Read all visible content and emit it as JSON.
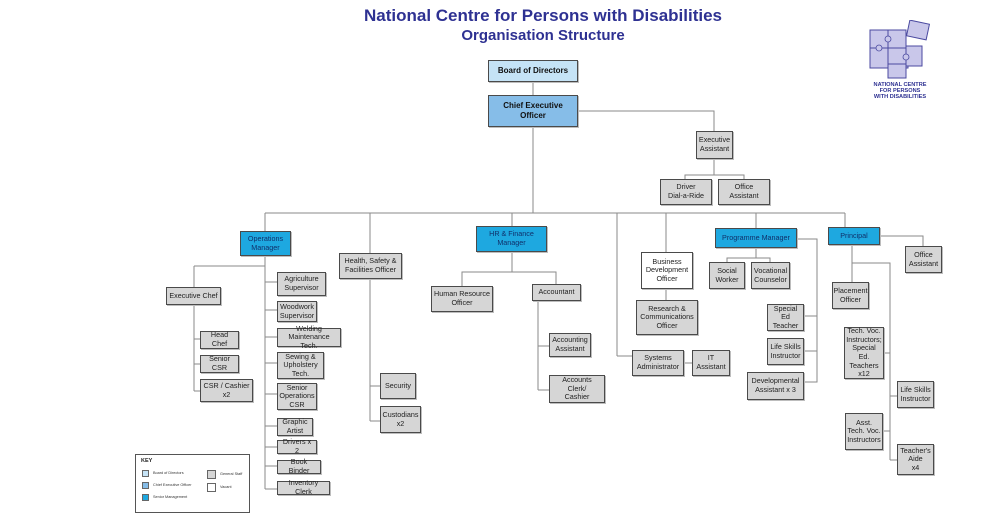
{
  "header": {
    "title": "National Centre for Persons with Disabilities",
    "subtitle": "Organisation Structure"
  },
  "logo": {
    "icon": "puzzle-pieces-icon",
    "text_line1": "NATIONAL CENTRE",
    "text_line2": "FOR PERSONS",
    "text_line3": "WITH DISABILITIES",
    "color": "#2e3192"
  },
  "colors": {
    "board": "#c5e3f6",
    "ceo": "#86bde8",
    "senior_management": "#1ea8e0",
    "general_staff": "#d6d6d6",
    "vacant": "#ffffff",
    "title": "#2e3192"
  },
  "nodes": {
    "board": "Board of Directors",
    "ceo": "Chief Executive\nOfficer",
    "exec_assistant": "Executive\nAssistant",
    "driver": "Driver\nDial-a-Ride",
    "office_assistant_ceo": "Office\nAssistant",
    "ops_manager": "Operations\nManager",
    "exec_chef": "Executive Chef",
    "head_chef": "Head Chef",
    "senior_csr": "Senior CSR",
    "csr_cashier": "CSR / Cashier\nx2",
    "agri_supervisor": "Agriculture\nSupervisor",
    "woodwork_supervisor": "Woodwork\nSupervisor",
    "welding": "Welding\nMaintenance Tech.",
    "sewing": "Sewing &\nUpholstery\nTech.",
    "senior_ops_csr": "Senior\nOperations\nCSR",
    "graphic_artist": "Graphic\nArtist",
    "drivers": "Drivers x 2",
    "book_binder": "Book Binder",
    "inventory_clerk": "Inventory Clerk",
    "hsf_officer": "Health, Safety &\nFacilities Officer",
    "security": "Security",
    "custodians": "Custodians\nx2",
    "hr_finance": "HR & Finance\nManager",
    "hr_officer": "Human Resource\nOfficer",
    "accountant": "Accountant",
    "accounting_assistant": "Accounting\nAssistant",
    "accounts_clerk": "Accounts Clerk/\nCashier",
    "bdo": "Business\nDevelopment\nOfficer",
    "research_comm": "Research &\nCommunications\nOfficer",
    "sys_admin": "Systems\nAdministrator",
    "it_assistant": "IT\nAssistant",
    "programme_manager": "Programme Manager",
    "social_worker": "Social\nWorker",
    "vocational_counselor": "Vocational\nCounselor",
    "special_ed_teacher": "Special Ed\nTeacher",
    "life_skills_pm": "Life Skills\nInstructor",
    "dev_assistant": "Developmental\nAssistant x 3",
    "principal": "Principal",
    "office_assistant_principal": "Office\nAssistant",
    "placement_officer": "Placement\nOfficer",
    "tech_voc": "Tech. Voc.\nInstructors;\nSpecial Ed.\nTeachers\nx12",
    "asst_tech_voc": "Asst.\nTech. Voc.\nInstructors",
    "life_skills_principal": "Life Skills\nInstructor",
    "teachers_aide": "Teacher's\nAide\nx4"
  },
  "key": {
    "title": "KEY",
    "items": [
      {
        "label": "Board of Directors",
        "color": "#c5e3f6"
      },
      {
        "label": "Chief Executive Officer",
        "color": "#86bde8"
      },
      {
        "label": "Senior Management",
        "color": "#1ea8e0"
      },
      {
        "label": "General Staff",
        "color": "#d6d6d6"
      },
      {
        "label": "Vacant",
        "color": "#ffffff"
      }
    ]
  }
}
